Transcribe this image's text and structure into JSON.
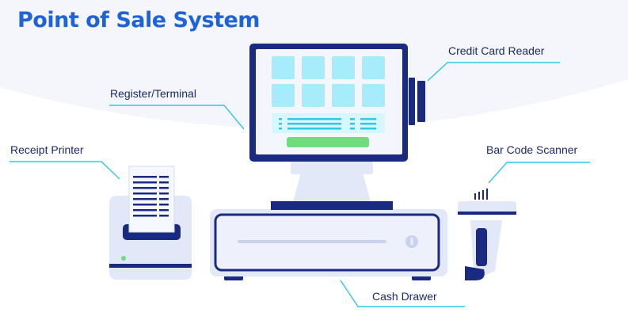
{
  "title": "Point of Sale System",
  "labels": {
    "credit_card_reader": "Credit Card Reader",
    "register_terminal": "Register/Terminal",
    "receipt_printer": "Receipt Printer",
    "bar_code_scanner": "Bar Code Scanner",
    "cash_drawer": "Cash Drawer"
  },
  "colors": {
    "title": "#1c63dc",
    "navy": "#1a2a80",
    "device_light": "#e3e8f8",
    "screen_tile": "#a6ecfb",
    "screen_bar": "#6fdd7e",
    "leader_line": "#2fc8e8",
    "background_arc": "#f4f6fb"
  }
}
